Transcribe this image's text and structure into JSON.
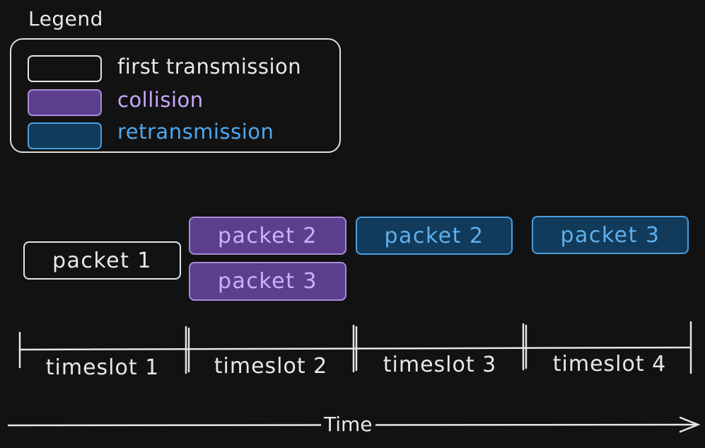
{
  "legend": {
    "title": "Legend",
    "items": [
      {
        "label": "first transmission",
        "color": "#e8e8e8",
        "fill": "transparent",
        "stroke": "#e6e6e6"
      },
      {
        "label": "collision",
        "color": "#c9a8ff",
        "fill": "#5b3f8e",
        "stroke": "#a78bd6"
      },
      {
        "label": "retransmission",
        "color": "#4da8f0",
        "fill": "#123a5a",
        "stroke": "#4a9fe0"
      }
    ]
  },
  "packets": [
    {
      "label": "packet 1",
      "kind": "first transmission",
      "timeslot": 1
    },
    {
      "label": "packet 2",
      "kind": "collision",
      "timeslot": 2
    },
    {
      "label": "packet 3",
      "kind": "collision",
      "timeslot": 2
    },
    {
      "label": "packet 2",
      "kind": "retransmission",
      "timeslot": 3
    },
    {
      "label": "packet 3",
      "kind": "retransmission",
      "timeslot": 4
    }
  ],
  "timeslots": [
    "timeslot 1",
    "timeslot 2",
    "timeslot 3",
    "timeslot 4"
  ],
  "axis": {
    "label": "Time"
  }
}
